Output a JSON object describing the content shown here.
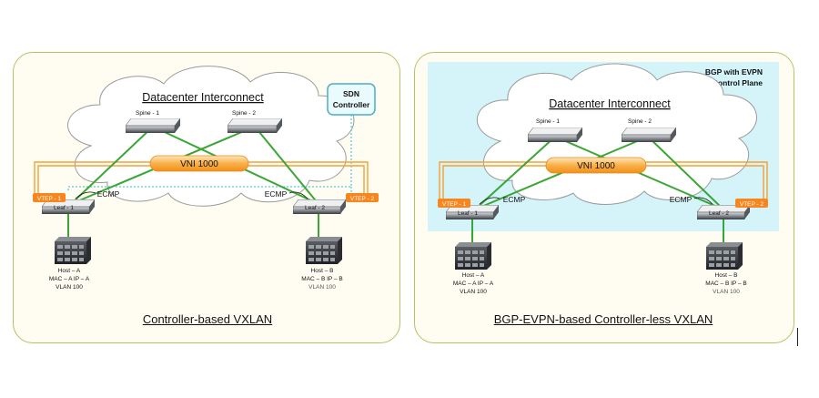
{
  "colors": {
    "panel_border": "#b5c266",
    "panel_fill": "#fffdf2",
    "evpn_bg": "#d4f4fa",
    "vni_tunnel": "#f7a030",
    "vtep_badge": "#f7861e",
    "link_green": "#3aa635",
    "controller_link": "#2ec0d8",
    "controller_border": "#4aaec4"
  },
  "icons": {
    "cloud": "cloud-icon",
    "switch": "network-switch-icon",
    "server": "server-icon",
    "ecmp": "curved-arrow-icon"
  },
  "left": {
    "cloud_title": "Datacenter Interconnect",
    "controller_label_1": "SDN",
    "controller_label_2": "Controller",
    "spine1": "Spine - 1",
    "spine2": "Spine - 2",
    "vni": "VNI 1000",
    "vtep1": "VTEP - 1",
    "vtep2": "VTEP - 2",
    "leaf1": "Leaf - 1",
    "leaf2": "Leaf - 2",
    "ecmp1": "ECMP",
    "ecmp2": "ECMP",
    "hostA": [
      "Host – A",
      "MAC – A IP – A",
      "VLAN 100"
    ],
    "hostB": [
      "Host – B",
      "MAC – B IP – B",
      "VLAN 100"
    ],
    "caption": "Controller-based VXLAN"
  },
  "right": {
    "cloud_title": "Datacenter Interconnect",
    "bgp_label_1": "BGP with EVPN",
    "bgp_label_2": "Control Plane",
    "spine1": "Spine - 1",
    "spine2": "Spine - 2",
    "vni": "VNI 1000",
    "vtep1": "VTEP - 1",
    "vtep2": "VTEP - 2",
    "leaf1": "Leaf - 1",
    "leaf2": "Leaf - 2",
    "ecmp1": "ECMP",
    "ecmp2": "ECMP",
    "hostA": [
      "Host – A",
      "MAC – A IP – A",
      "VLAN 100"
    ],
    "hostB": [
      "Host – B",
      "MAC – B IP – B",
      "VLAN 100"
    ],
    "caption": "BGP-EVPN-based Controller-less VXLAN"
  }
}
